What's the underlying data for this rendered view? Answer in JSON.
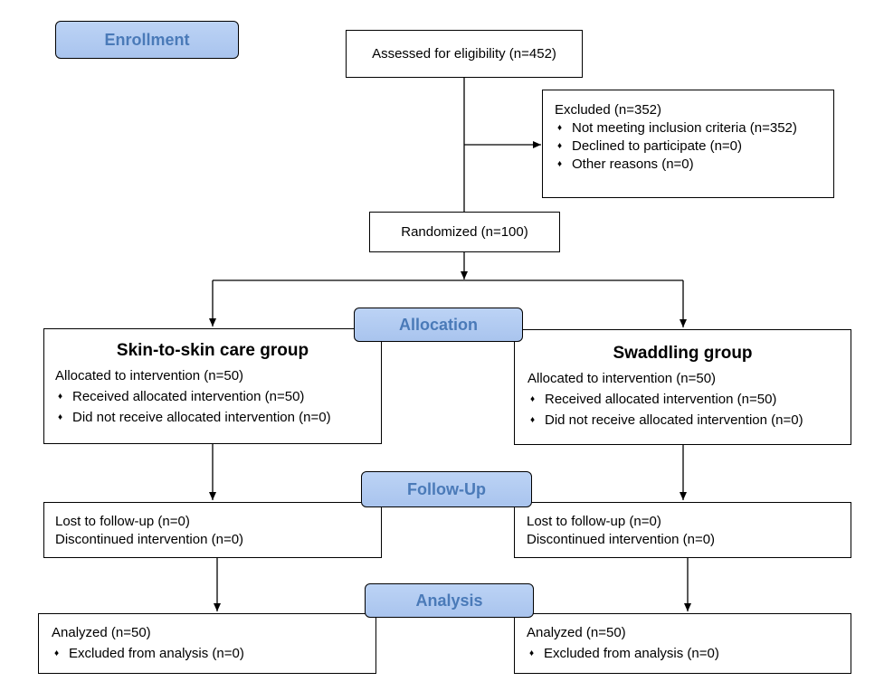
{
  "stages": {
    "enrollment": "Enrollment",
    "allocation": "Allocation",
    "follow_up": "Follow-Up",
    "analysis": "Analysis"
  },
  "assessed": "Assessed for eligibility (n=452)",
  "excluded": {
    "title": "Excluded (n=352)",
    "items": [
      "Not meeting inclusion criteria (n=352)",
      "Declined to participate (n=0)",
      "Other reasons (n=0)"
    ]
  },
  "randomized": "Randomized (n=100)",
  "left": {
    "group": "Skin-to-skin care group",
    "allocated": "Allocated to intervention (n=50)",
    "received": "Received allocated intervention (n=50)",
    "not_received": "Did not receive allocated intervention (n=0)",
    "lost": "Lost to follow-up (n=0)",
    "discontinued": "Discontinued intervention (n=0)",
    "analyzed": "Analyzed (n=50)",
    "excluded_analysis": "Excluded from analysis (n=0)"
  },
  "right": {
    "group": "Swaddling group",
    "allocated": "Allocated to intervention (n=50)",
    "received": "Received allocated intervention (n=50)",
    "not_received": "Did not receive allocated intervention (n=0)",
    "lost": "Lost to follow-up (n=0)",
    "discontinued": "Discontinued intervention (n=0)",
    "analyzed": "Analyzed (n=50)",
    "excluded_analysis": "Excluded from analysis (n=0)"
  }
}
